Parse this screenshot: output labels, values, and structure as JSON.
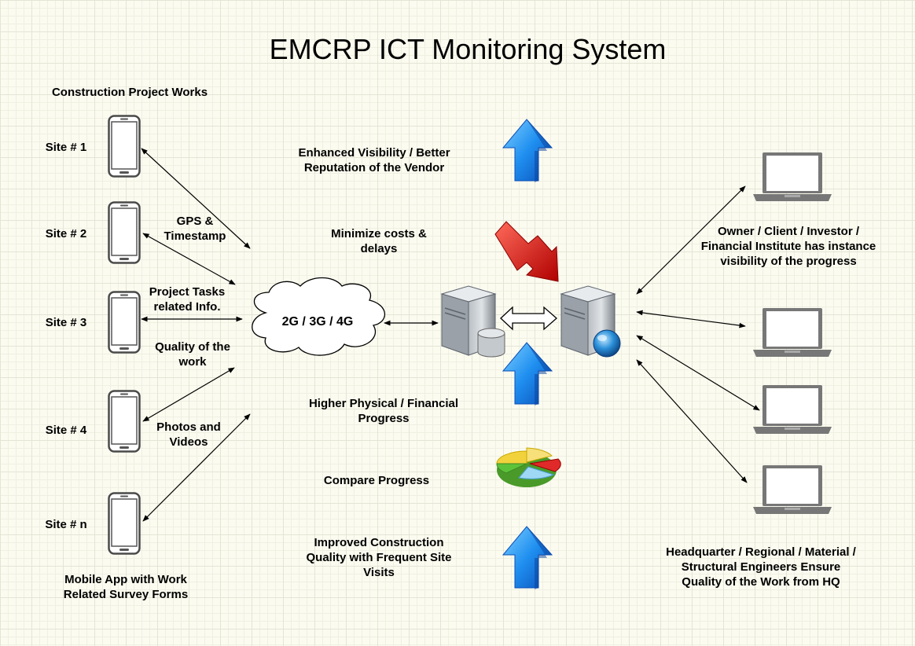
{
  "title": "EMCRP ICT Monitoring System",
  "left": {
    "header": "Construction Project Works",
    "footer": "Mobile App with Work\nRelated Survey Forms",
    "sites": [
      "Site # 1",
      "Site # 2",
      "Site # 3",
      "Site # 4",
      "Site # n"
    ],
    "data_labels": [
      "GPS &\nTimestamp",
      "Project Tasks\nrelated Info.",
      "Quality of the\nwork",
      "Photos and\nVideos"
    ]
  },
  "network": {
    "label": "2G / 3G / 4G"
  },
  "benefits": [
    "Enhanced Visibility / Better\nReputation of the Vendor",
    "Minimize costs &\ndelays",
    "Higher Physical / Financial\nProgress",
    "Compare Progress",
    "Improved Construction\nQuality with Frequent Site\nVisits"
  ],
  "right": {
    "top_label": "Owner / Client / Investor /\nFinancial Institute has instance\nvisibility of the progress",
    "bottom_label": "Headquarter / Regional / Material /\nStructural Engineers Ensure\nQuality of the Work from HQ"
  }
}
